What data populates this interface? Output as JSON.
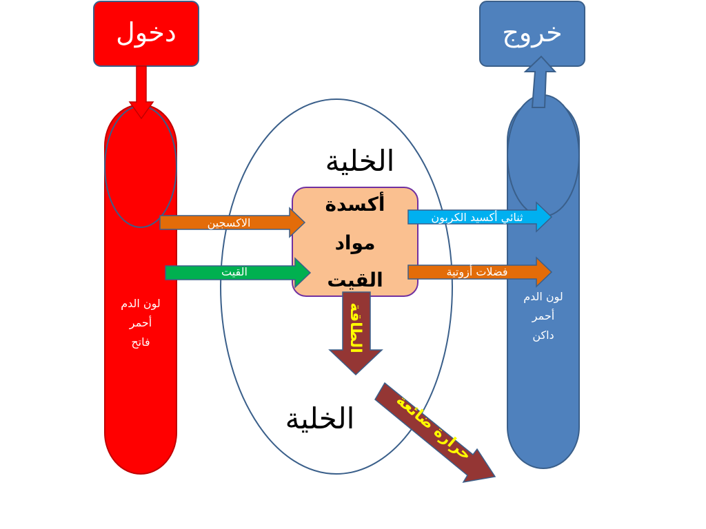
{
  "entry_label": "دخول",
  "exit_label": "خروج",
  "cell_label_top": "الخلية",
  "cell_label_bottom": "الخلية",
  "process_box": {
    "line1": "أكسدة",
    "line2": "مواد",
    "line3": "القيت"
  },
  "inputs": {
    "oxygen": "الاكسجين",
    "food": "القيت"
  },
  "outputs": {
    "co2": "ثنائي أكسيد الكربون",
    "nitrogen_waste": "فضلات أزوتية"
  },
  "energy_label": "الطاقة",
  "lost_heat_label": "حرارة ضائعة",
  "left_vessel": {
    "line1": "لون الدم",
    "line2": "أحمر",
    "line3": "فاتح"
  },
  "right_vessel": {
    "line1": "لون الدم",
    "line2": "أحمر",
    "line3": "داكن"
  },
  "colors": {
    "red": "#ff0000",
    "blue": "#4f81bd",
    "orange": "#e36c09",
    "green": "#00b050",
    "cyan": "#00b0f0",
    "peach": "#fac090",
    "brown": "#943634",
    "yellow": "#ffff00"
  }
}
